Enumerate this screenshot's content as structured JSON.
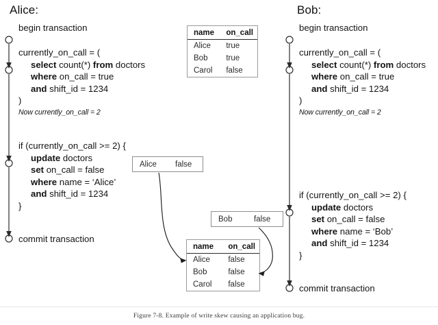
{
  "figure": {
    "caption": "Figure 7-8. Example of write skew causing an application bug.",
    "background_color": "#ffffff",
    "line_color": "#2b2b2b"
  },
  "actors": [
    {
      "id": "alice",
      "title": "Alice:",
      "steps": [
        {
          "id": "alice-begin",
          "lines": [
            {
              "segments": [
                {
                  "text": "begin transaction",
                  "bold": false
                }
              ]
            }
          ]
        },
        {
          "id": "alice-read",
          "lines": [
            {
              "segments": [
                {
                  "text": "currently_on_call = (",
                  "bold": false
                }
              ]
            },
            {
              "indent": true,
              "segments": [
                {
                  "text": "select",
                  "bold": true
                },
                {
                  "text": " count(*) ",
                  "bold": false
                },
                {
                  "text": "from",
                  "bold": true
                },
                {
                  "text": " doctors",
                  "bold": false
                }
              ]
            },
            {
              "indent": true,
              "segments": [
                {
                  "text": "where",
                  "bold": true
                },
                {
                  "text": " on_call = true",
                  "bold": false
                }
              ]
            },
            {
              "indent": true,
              "segments": [
                {
                  "text": "and",
                  "bold": true
                },
                {
                  "text": " shift_id = 1234",
                  "bold": false
                }
              ]
            },
            {
              "segments": [
                {
                  "text": ")",
                  "bold": false
                }
              ]
            }
          ],
          "note": "Now currently_on_call = 2"
        },
        {
          "id": "alice-write",
          "lines": [
            {
              "segments": [
                {
                  "text": "if (currently_on_call >= 2) {",
                  "bold": false
                }
              ]
            },
            {
              "indent": true,
              "segments": [
                {
                  "text": "update",
                  "bold": true
                },
                {
                  "text": " doctors",
                  "bold": false
                }
              ]
            },
            {
              "indent": true,
              "segments": [
                {
                  "text": "set",
                  "bold": true
                },
                {
                  "text": " on_call = false",
                  "bold": false
                }
              ]
            },
            {
              "indent": true,
              "segments": [
                {
                  "text": "where",
                  "bold": true
                },
                {
                  "text": " name = ‘Alice’",
                  "bold": false
                }
              ]
            },
            {
              "indent": true,
              "segments": [
                {
                  "text": "and",
                  "bold": true
                },
                {
                  "text": " shift_id = 1234",
                  "bold": false
                }
              ]
            },
            {
              "segments": [
                {
                  "text": "}",
                  "bold": false
                }
              ]
            }
          ]
        },
        {
          "id": "alice-commit",
          "lines": [
            {
              "segments": [
                {
                  "text": "commit transaction",
                  "bold": false
                }
              ]
            }
          ]
        }
      ]
    },
    {
      "id": "bob",
      "title": "Bob:",
      "steps": [
        {
          "id": "bob-begin",
          "lines": [
            {
              "segments": [
                {
                  "text": "begin transaction",
                  "bold": false
                }
              ]
            }
          ]
        },
        {
          "id": "bob-read",
          "lines": [
            {
              "segments": [
                {
                  "text": "currently_on_call = (",
                  "bold": false
                }
              ]
            },
            {
              "indent": true,
              "segments": [
                {
                  "text": "select",
                  "bold": true
                },
                {
                  "text": " count(*) ",
                  "bold": false
                },
                {
                  "text": "from",
                  "bold": true
                },
                {
                  "text": " doctors",
                  "bold": false
                }
              ]
            },
            {
              "indent": true,
              "segments": [
                {
                  "text": "where",
                  "bold": true
                },
                {
                  "text": " on_call = true",
                  "bold": false
                }
              ]
            },
            {
              "indent": true,
              "segments": [
                {
                  "text": "and",
                  "bold": true
                },
                {
                  "text": " shift_id = 1234",
                  "bold": false
                }
              ]
            },
            {
              "segments": [
                {
                  "text": ")",
                  "bold": false
                }
              ]
            }
          ],
          "note": "Now currently_on_call = 2"
        },
        {
          "id": "bob-write",
          "lines": [
            {
              "segments": [
                {
                  "text": "if (currently_on_call >= 2) {",
                  "bold": false
                }
              ]
            },
            {
              "indent": true,
              "segments": [
                {
                  "text": "update",
                  "bold": true
                },
                {
                  "text": " doctors",
                  "bold": false
                }
              ]
            },
            {
              "indent": true,
              "segments": [
                {
                  "text": "set",
                  "bold": true
                },
                {
                  "text": " on_call = false",
                  "bold": false
                }
              ]
            },
            {
              "indent": true,
              "segments": [
                {
                  "text": "where",
                  "bold": true
                },
                {
                  "text": " name = ‘Bob’",
                  "bold": false
                }
              ]
            },
            {
              "indent": true,
              "segments": [
                {
                  "text": "and",
                  "bold": true
                },
                {
                  "text": " shift_id = 1234",
                  "bold": false
                }
              ]
            },
            {
              "segments": [
                {
                  "text": "}",
                  "bold": false
                }
              ]
            }
          ]
        },
        {
          "id": "bob-commit",
          "lines": [
            {
              "segments": [
                {
                  "text": "commit transaction",
                  "bold": false
                }
              ]
            }
          ]
        }
      ]
    }
  ],
  "tables": {
    "initial": {
      "id": "doctors-table-initial",
      "columns": [
        "name",
        "on_call"
      ],
      "rows": [
        [
          "Alice",
          "true"
        ],
        [
          "Bob",
          "true"
        ],
        [
          "Carol",
          "false"
        ]
      ]
    },
    "final": {
      "id": "doctors-table-final",
      "columns": [
        "name",
        "on_call"
      ],
      "rows": [
        [
          "Alice",
          "false"
        ],
        [
          "Bob",
          "false"
        ],
        [
          "Carol",
          "false"
        ]
      ]
    }
  },
  "write_boxes": [
    {
      "id": "alice-write-box",
      "name": "Alice",
      "on_call": "false"
    },
    {
      "id": "bob-write-box",
      "name": "Bob",
      "on_call": "false"
    }
  ]
}
